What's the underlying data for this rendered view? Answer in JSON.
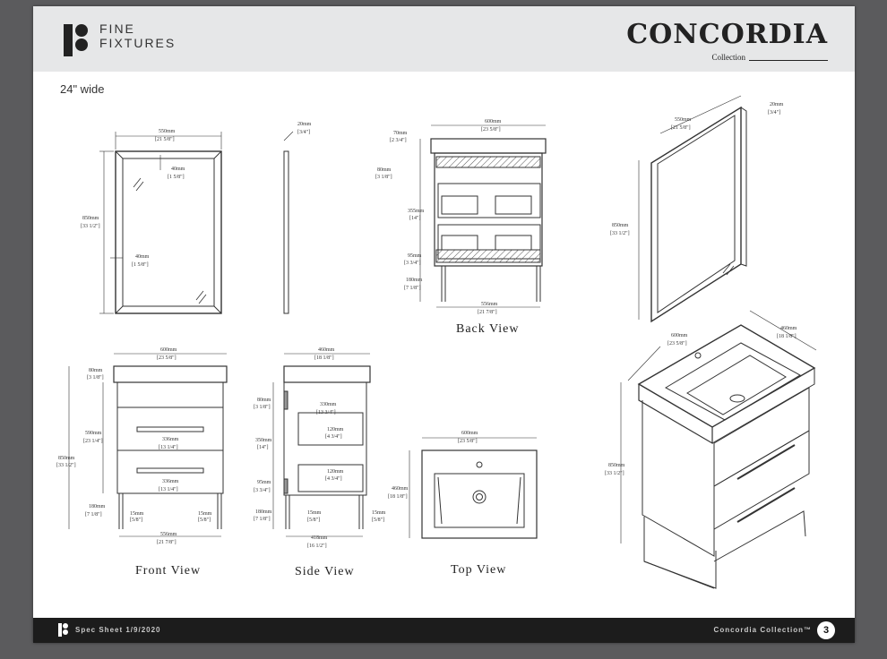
{
  "header": {
    "brand_line1": "FINE",
    "brand_line2": "FIXTURES",
    "collection_title": "CONCORDIA",
    "collection_subtitle": "Collection"
  },
  "subtitle": "24\" wide",
  "views": {
    "back": "Back View",
    "front": "Front View",
    "side": "Side View",
    "top": "Top View"
  },
  "dims": {
    "mirror_w": "550mm",
    "mirror_w_in": "[21 5/8\"]",
    "mirror_h": "850mm",
    "mirror_h_in": "[33 1/2\"]",
    "frame_top": "40mm",
    "frame_top_in": "[1 5/8\"]",
    "frame_side": "40mm",
    "frame_side_in": "[1 5/8\"]",
    "mirror_d": "20mm",
    "mirror_d_in": "[3/4\"]",
    "back_w": "600mm",
    "back_w_in": "[23 5/8\"]",
    "back_top": "70mm",
    "back_top_in": "[2 3/4\"]",
    "back_a": "80mm",
    "back_a_in": "[3 1/8\"]",
    "back_b": "355mm",
    "back_b_in": "[14\"]",
    "back_c": "95mm",
    "back_c_in": "[3 3/4\"]",
    "back_d": "180mm",
    "back_d_in": "[7 1/8\"]",
    "back_base": "556mm",
    "back_base_in": "[21 7/8\"]",
    "iso_mirror_w": "550mm",
    "iso_mirror_w_in": "[21 5/8\"]",
    "iso_mirror_d": "20mm",
    "iso_mirror_d_in": "[3/4\"]",
    "iso_mirror_h": "850mm",
    "iso_mirror_h_in": "[33 1/2\"]",
    "front_w": "600mm",
    "front_w_in": "[23 5/8\"]",
    "front_top": "80mm",
    "front_top_in": "[3 1/8\"]",
    "front_body": "590mm",
    "front_body_in": "[23 1/4\"]",
    "front_total": "850mm",
    "front_total_in": "[33 1/2\"]",
    "front_leg": "180mm",
    "front_leg_in": "[7 1/8\"]",
    "handle": "336mm",
    "handle_in": "[13 1/4\"]",
    "handle2": "336mm",
    "handle2_in": "[13 1/4\"]",
    "front_inset_l": "15mm",
    "front_inset_l_in": "[5/8\"]",
    "front_inset_r": "15mm",
    "front_inset_r_in": "[5/8\"]",
    "front_base": "556mm",
    "front_base_in": "[21 7/8\"]",
    "side_w": "460mm",
    "side_w_in": "[18 1/8\"]",
    "side_a": "80mm",
    "side_a_in": "[3 1/8\"]",
    "side_drawer": "330mm",
    "side_drawer_in": "[13 3/4\"]",
    "side_b": "350mm",
    "side_b_in": "[14\"]",
    "side_h1": "120mm",
    "side_h1_in": "[4 3/4\"]",
    "side_h2": "120mm",
    "side_h2_in": "[4 3/4\"]",
    "side_c": "95mm",
    "side_c_in": "[3 3/4\"]",
    "side_leg": "180mm",
    "side_leg_in": "[7 1/8\"]",
    "side_inset_l": "15mm",
    "side_inset_l_in": "[5/8\"]",
    "side_inset_r": "15mm",
    "side_inset_r_in": "[5/8\"]",
    "side_base": "418mm",
    "side_base_in": "[16 1/2\"]",
    "top_w": "600mm",
    "top_w_in": "[23 5/8\"]",
    "top_d": "460mm",
    "top_d_in": "[18 1/8\"]",
    "iso_w": "600mm",
    "iso_w_in": "[23 5/8\"]",
    "iso_d": "460mm",
    "iso_d_in": "[18 1/8\"]",
    "iso_h": "850mm",
    "iso_h_in": "[33 1/2\"]"
  },
  "footer": {
    "left": "Spec Sheet 1/9/2020",
    "right": "Concordia Collection™",
    "page": "3"
  },
  "colors": {
    "page_bg": "#5b5b5d",
    "header_bg": "#e6e7e8",
    "footer_bg": "#1c1c1c",
    "line": "#333333"
  }
}
